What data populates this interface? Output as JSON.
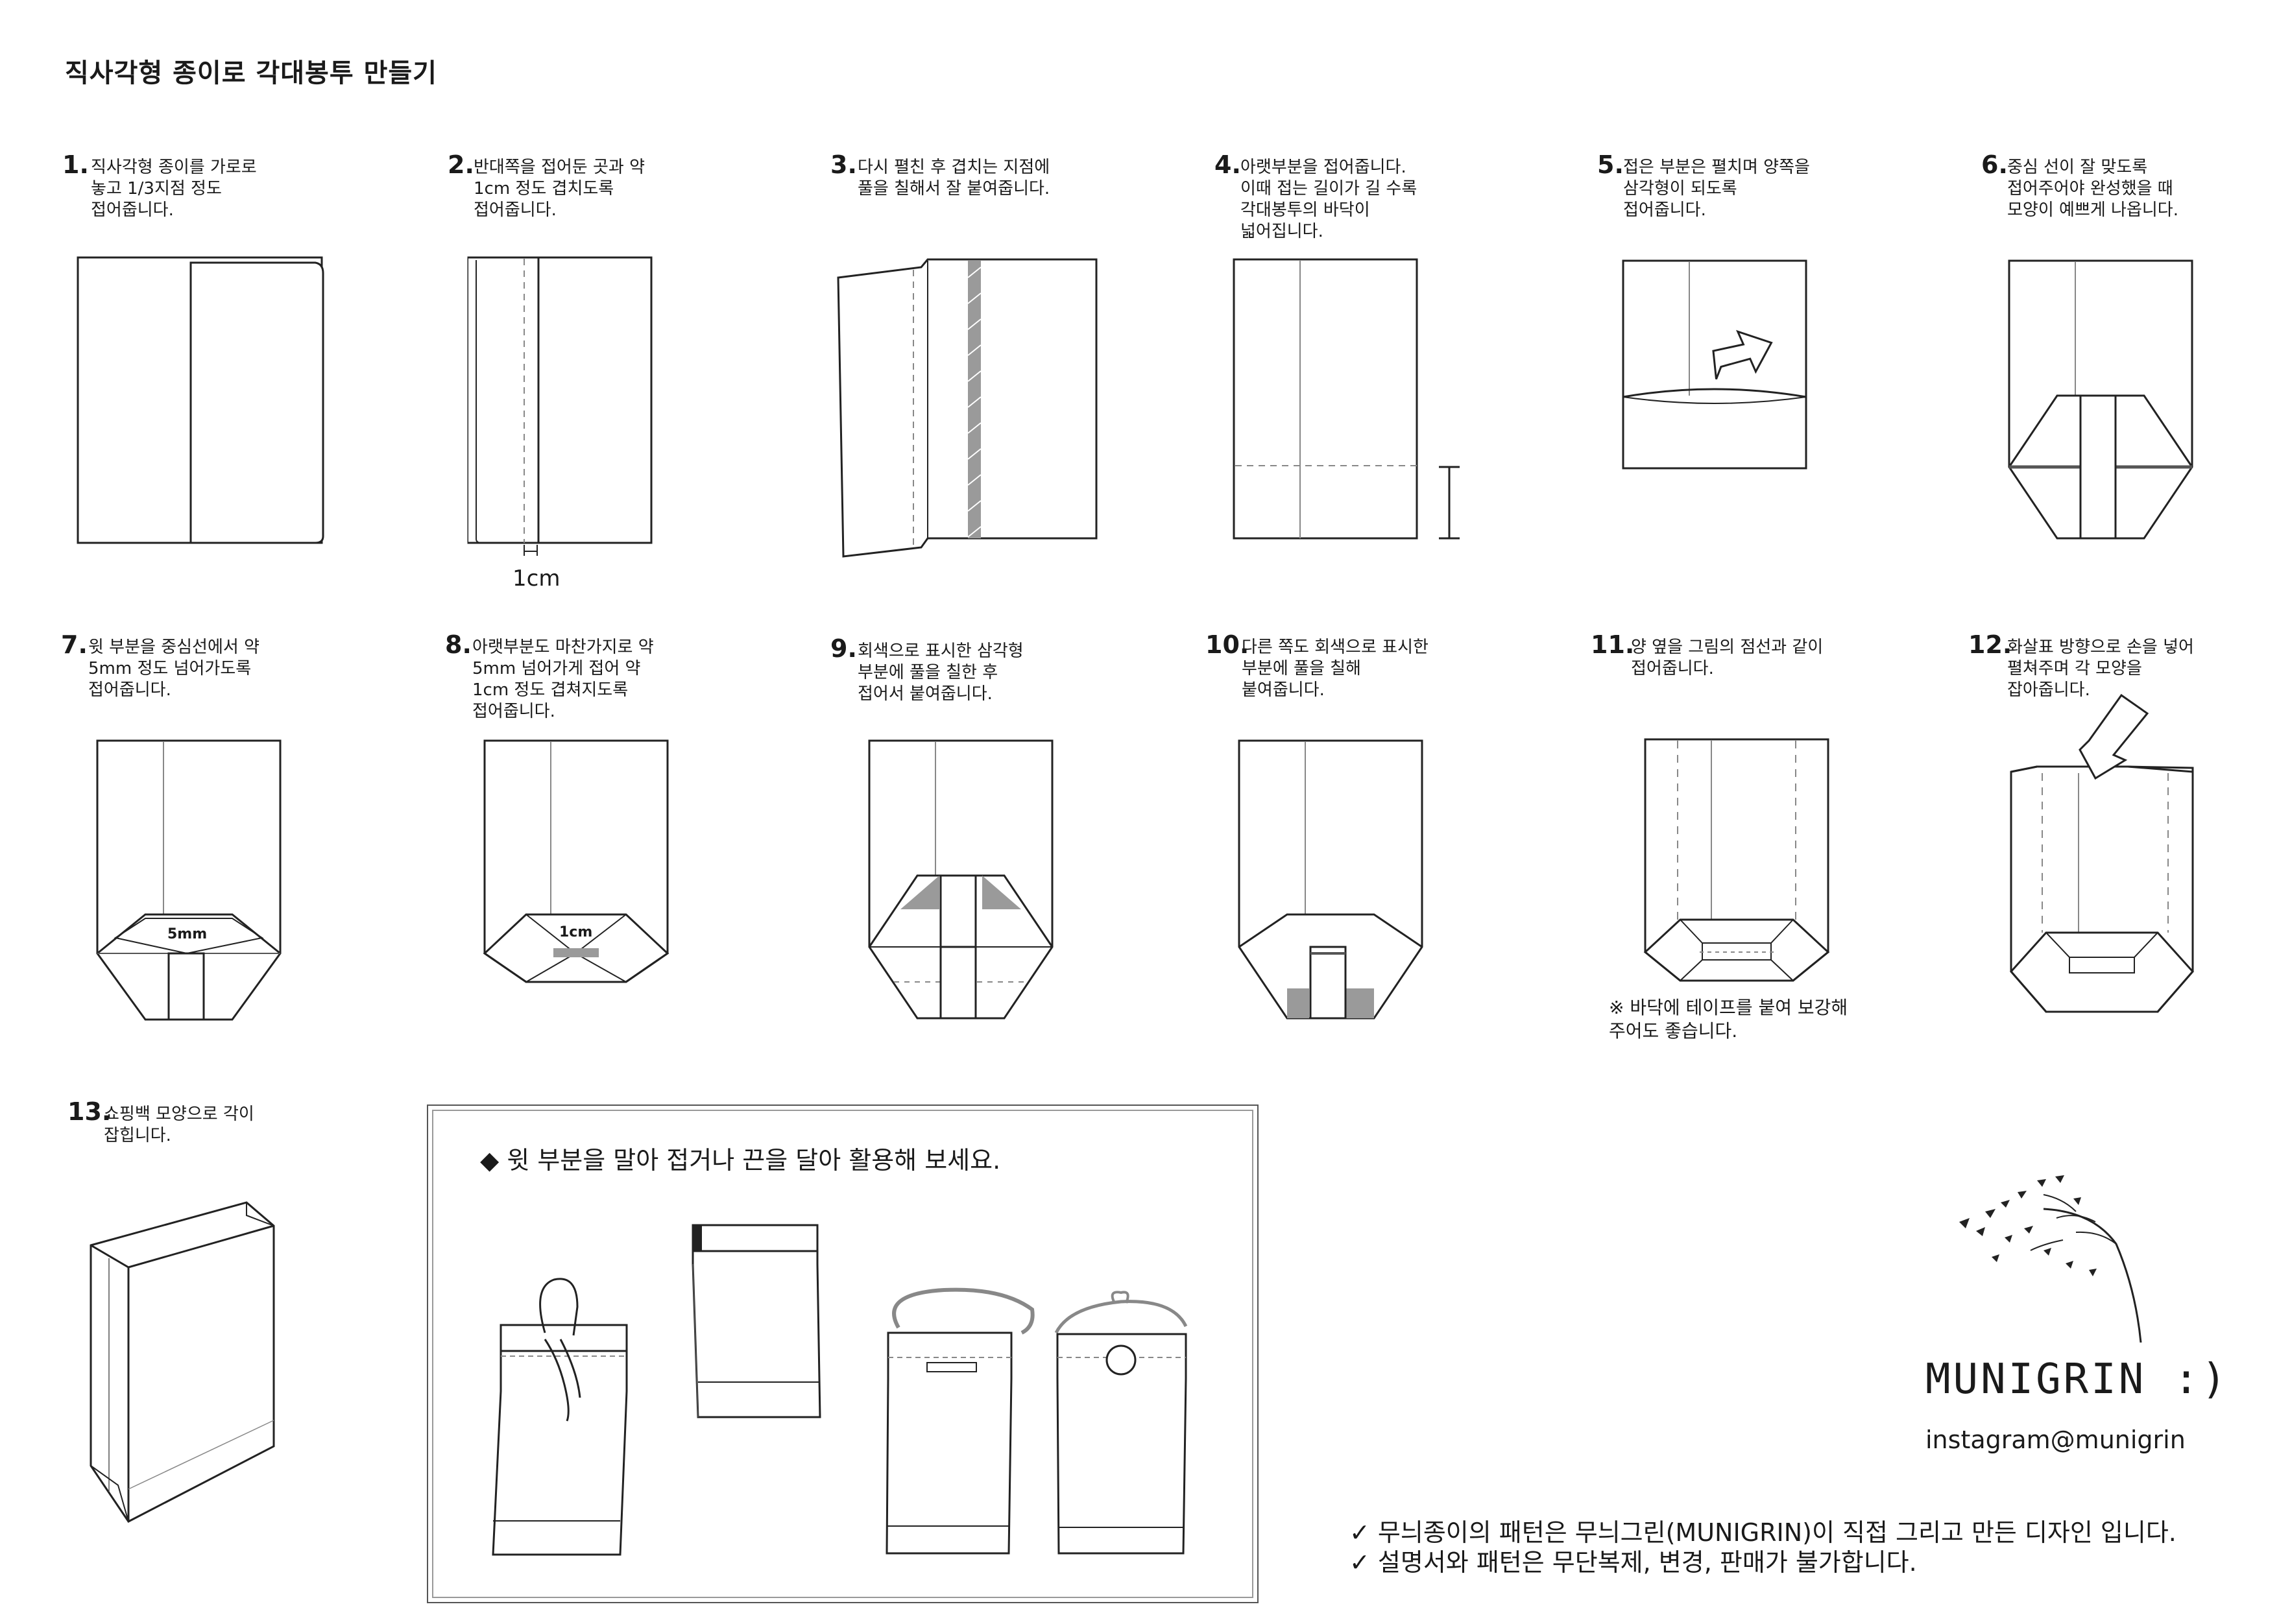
{
  "title": "직사각형 종이로 각대봉투 만들기",
  "steps": [
    {
      "num": "1.",
      "text": "직사각형 종이를 가로로\n놓고 1/3지점 정도\n접어줍니다."
    },
    {
      "num": "2.",
      "text": "반대쪽을 접어둔 곳과 약\n1cm 정도 겹치도록\n접어줍니다."
    },
    {
      "num": "3.",
      "text": "다시 펼친 후 겹치는 지점에\n풀을 칠해서 잘 붙여줍니다."
    },
    {
      "num": "4.",
      "text": "아랫부분을 접어줍니다.\n이때 접는 길이가 길 수록\n각대봉투의 바닥이\n넓어집니다."
    },
    {
      "num": "5.",
      "text": "접은 부분은 펼치며 양쪽을\n삼각형이 되도록\n접어줍니다."
    },
    {
      "num": "6.",
      "text": "중심 선이 잘 맞도록\n접어주어야 완성했을 때\n모양이 예쁘게 나옵니다."
    },
    {
      "num": "7.",
      "text": "윗 부분을 중심선에서 약\n5mm 정도 넘어가도록\n접어줍니다."
    },
    {
      "num": "8.",
      "text": "아랫부분도 마찬가지로 약\n5mm 넘어가게 접어 약\n1cm 정도 겹쳐지도록\n접어줍니다."
    },
    {
      "num": "9.",
      "text": "회색으로 표시한 삼각형\n부분에 풀을 칠한 후\n접어서 붙여줍니다."
    },
    {
      "num": "10.",
      "text": "다른 쪽도 회색으로 표시한\n부분에 풀을 칠해\n붙여줍니다."
    },
    {
      "num": "11.",
      "text": "양 옆을 그림의 점선과 같이\n접어줍니다."
    },
    {
      "num": "12.",
      "text": "화살표 방향으로 손을 넣어\n펼쳐주며 각 모양을\n잡아줍니다."
    },
    {
      "num": "13.",
      "text": "쇼핑백 모양으로 각이\n잡힙니다."
    }
  ],
  "labels": {
    "one_cm": "1cm",
    "five_mm": "5mm",
    "one_cm_small": "1cm"
  },
  "note_11": "※ 바닥에 테이프를 붙여 보강해\n주어도 좋습니다.",
  "tip": "◆ 윗 부분을 말아 접거나 끈을 달아 활용해 보세요.",
  "brand": "MUNIGRIN :)",
  "instagram": "instagram@munigrin",
  "footer": [
    "✓ 무늬종이의 패턴은 무늬그린(MUNIGRIN)이 직접 그리고 만든 디자인 입니다.",
    "✓ 설명서와 패턴은 무단복제, 변경, 판매가 불가합니다."
  ],
  "colors": {
    "line": "#222222",
    "glue": "#9a9a9a",
    "dashed": "#888888"
  }
}
